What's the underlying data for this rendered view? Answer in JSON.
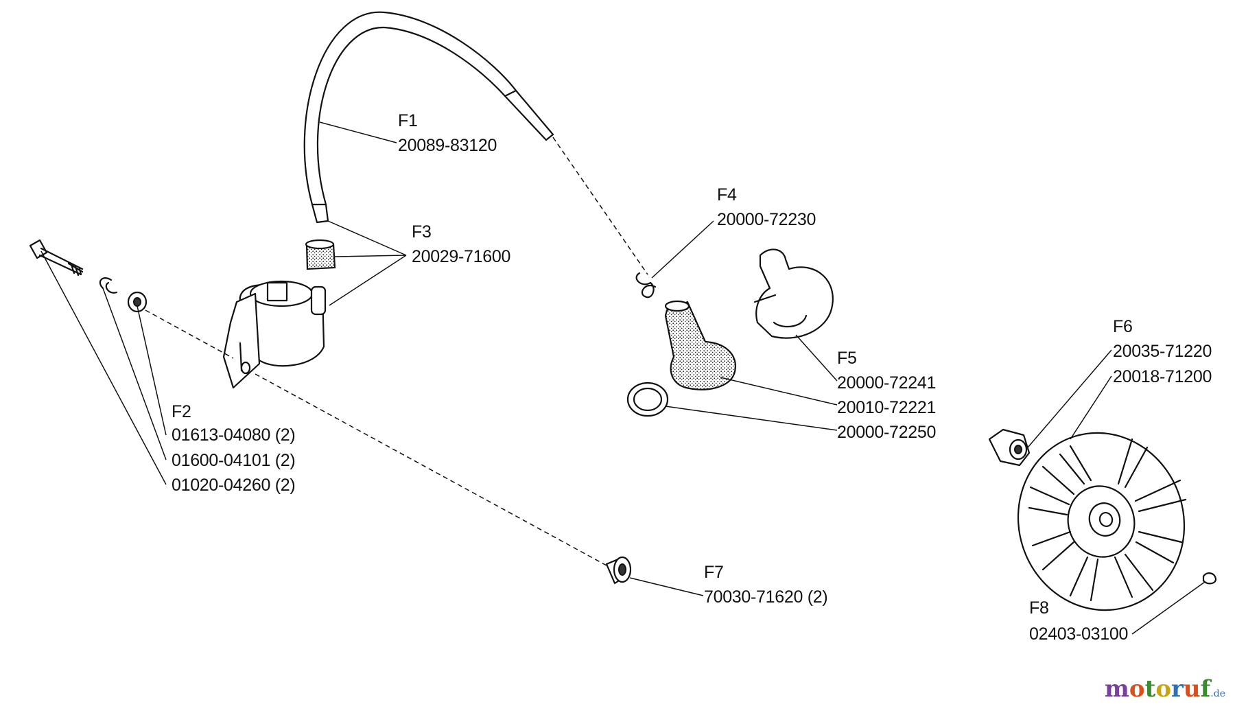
{
  "parts": {
    "F1": {
      "ref": "F1",
      "number": "20089-83120"
    },
    "F2": {
      "ref": "F2",
      "numbers": [
        "01613-04080 (2)",
        "01600-04101 (2)",
        "01020-04260 (2)"
      ]
    },
    "F3": {
      "ref": "F3",
      "number": "20029-71600"
    },
    "F4": {
      "ref": "F4",
      "number": "20000-72230"
    },
    "F5": {
      "ref": "F5",
      "numbers": [
        "20000-72241",
        "20010-72221",
        "20000-72250"
      ]
    },
    "F6": {
      "ref": "F6",
      "numbers": [
        "20035-71220",
        "20018-71200"
      ]
    },
    "F7": {
      "ref": "F7",
      "number": "70030-71620 (2)"
    },
    "F8": {
      "ref": "F8",
      "number": "02403-03100"
    }
  },
  "watermark": {
    "letters": [
      "m",
      "o",
      "t",
      "o",
      "r",
      "u",
      "f"
    ],
    "colors": [
      "#7a3fa0",
      "#d8501e",
      "#3a8a2e",
      "#c9a411",
      "#2f6fb3",
      "#d8501e",
      "#3a8a2e"
    ],
    "domain": ".de"
  }
}
